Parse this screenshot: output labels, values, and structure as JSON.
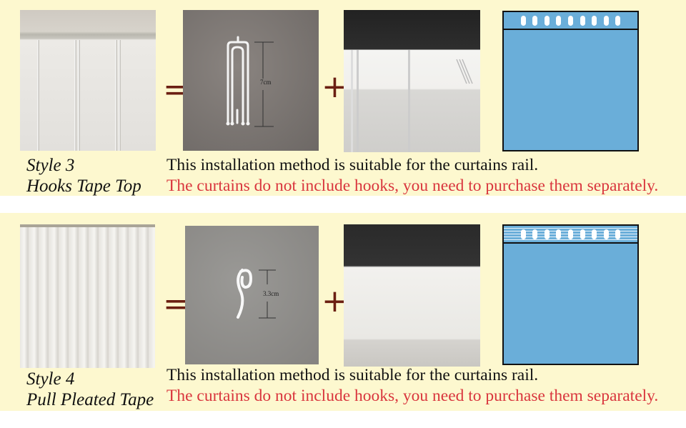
{
  "sections": [
    {
      "style_number": "Style 3",
      "style_name": "Hooks Tape Top",
      "equals_sign": "=",
      "plus_sign": "+",
      "hook_measurement": "7cm",
      "line_1": "This installation method is suitable for the curtains rail.",
      "line_2": "The curtains do not include hooks, you need to purchase them separately.",
      "diagram": {
        "slot_count": 9,
        "tape": "plain"
      }
    },
    {
      "style_number": "Style 4",
      "style_name": "Pull Pleated Tape",
      "equals_sign": "=",
      "plus_sign": "+",
      "hook_measurement": "3.3cm",
      "line_1": "This installation method is suitable for the curtains rail.",
      "line_2": "The curtains do not include hooks, you need to purchase them separately.",
      "diagram": {
        "slot_count": 9,
        "tape": "striped"
      }
    }
  ],
  "colors": {
    "background": "#fdf8cf",
    "warning_text": "#d9363e",
    "diagram_fill": "#6aaed9",
    "operator": "#6b1f12"
  }
}
